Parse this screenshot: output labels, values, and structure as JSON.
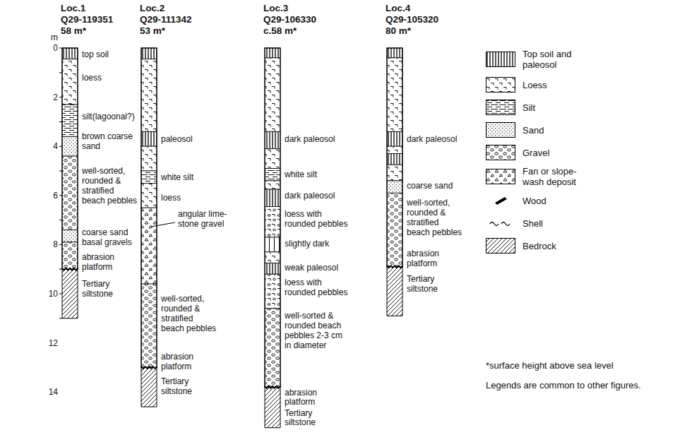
{
  "diagram": {
    "labels": [
      "Loc.1",
      "Q29-119351",
      "58 m*",
      "Loc.2",
      "Q29-111342",
      "53 m*",
      "Loc.3",
      "Q29-106330",
      "c.58 m*",
      "Loc.4",
      "Q29-105320",
      "80 m*",
      "m",
      "0",
      "2",
      "4",
      "6",
      "8",
      "10",
      "12",
      "14",
      "top soil",
      "loess",
      "silt(lagoonal?)",
      "brown coarse sand",
      "well-sorted, rounded & stratified beach pebbles",
      "coarse sand basal gravels",
      "abrasion platform",
      "Tertiary siltstone",
      "paleosol",
      "white silt",
      "loess",
      "angular lime-stone gravel",
      "well-sorted, rounded & stratified beach pebbles",
      "abrasion platform",
      "Tertiary siltstone",
      "dark paleosol",
      "white silt",
      "dark paleosol",
      "loess with rounded pebbles",
      "slightly dark",
      "weak paleosol",
      "loess with rounded pebbles",
      "well-sorted & rounded beach pebbles 2-3 cm in diameter",
      "abrasion platform",
      "Tertiary siltstone",
      "dark paleosol",
      "coarse sand",
      "well-sorted, rounded & stratified beach pebbles",
      "abrasion platform",
      "Tertiary siltstone",
      "*surface height above sea level",
      "Legends are common to other figures."
    ],
    "legend": [
      {
        "text": "Top soil and paleosol"
      },
      {
        "text": "Loess"
      },
      {
        "text": "Silt"
      },
      {
        "text": "Sand"
      },
      {
        "text": "Gravel"
      },
      {
        "text": "Fan or slope-wash deposit"
      },
      {
        "text": "Wood"
      },
      {
        "text": "Shell"
      },
      {
        "text": "Bedrock"
      }
    ]
  }
}
